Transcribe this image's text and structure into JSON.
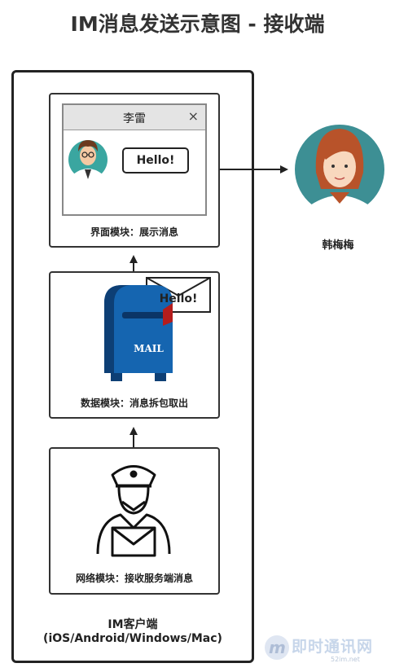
{
  "title": "IM消息发送示意图 - 接收端",
  "ui_module": {
    "chat_window": {
      "contact_name": "李雷",
      "close_symbol": "×"
    },
    "bubble_text": "Hello!",
    "label": "界面模块：展示消息"
  },
  "data_module": {
    "envelope_text": "Hello!",
    "mailbox_text": "MAIL",
    "label": "数据模块：消息拆包取出"
  },
  "network_module": {
    "label": "网络模块：接收服务端消息"
  },
  "client": {
    "name": "IM客户端",
    "platforms": "(iOS/Android/Windows/Mac)"
  },
  "receiver": {
    "name": "韩梅梅"
  },
  "watermark": {
    "text": "即时通讯网",
    "sub": "52im.net"
  },
  "colors": {
    "mailbox_blue": "#1565b0",
    "teal_avatar": "#3d8f94",
    "hair": "#b8532a"
  }
}
